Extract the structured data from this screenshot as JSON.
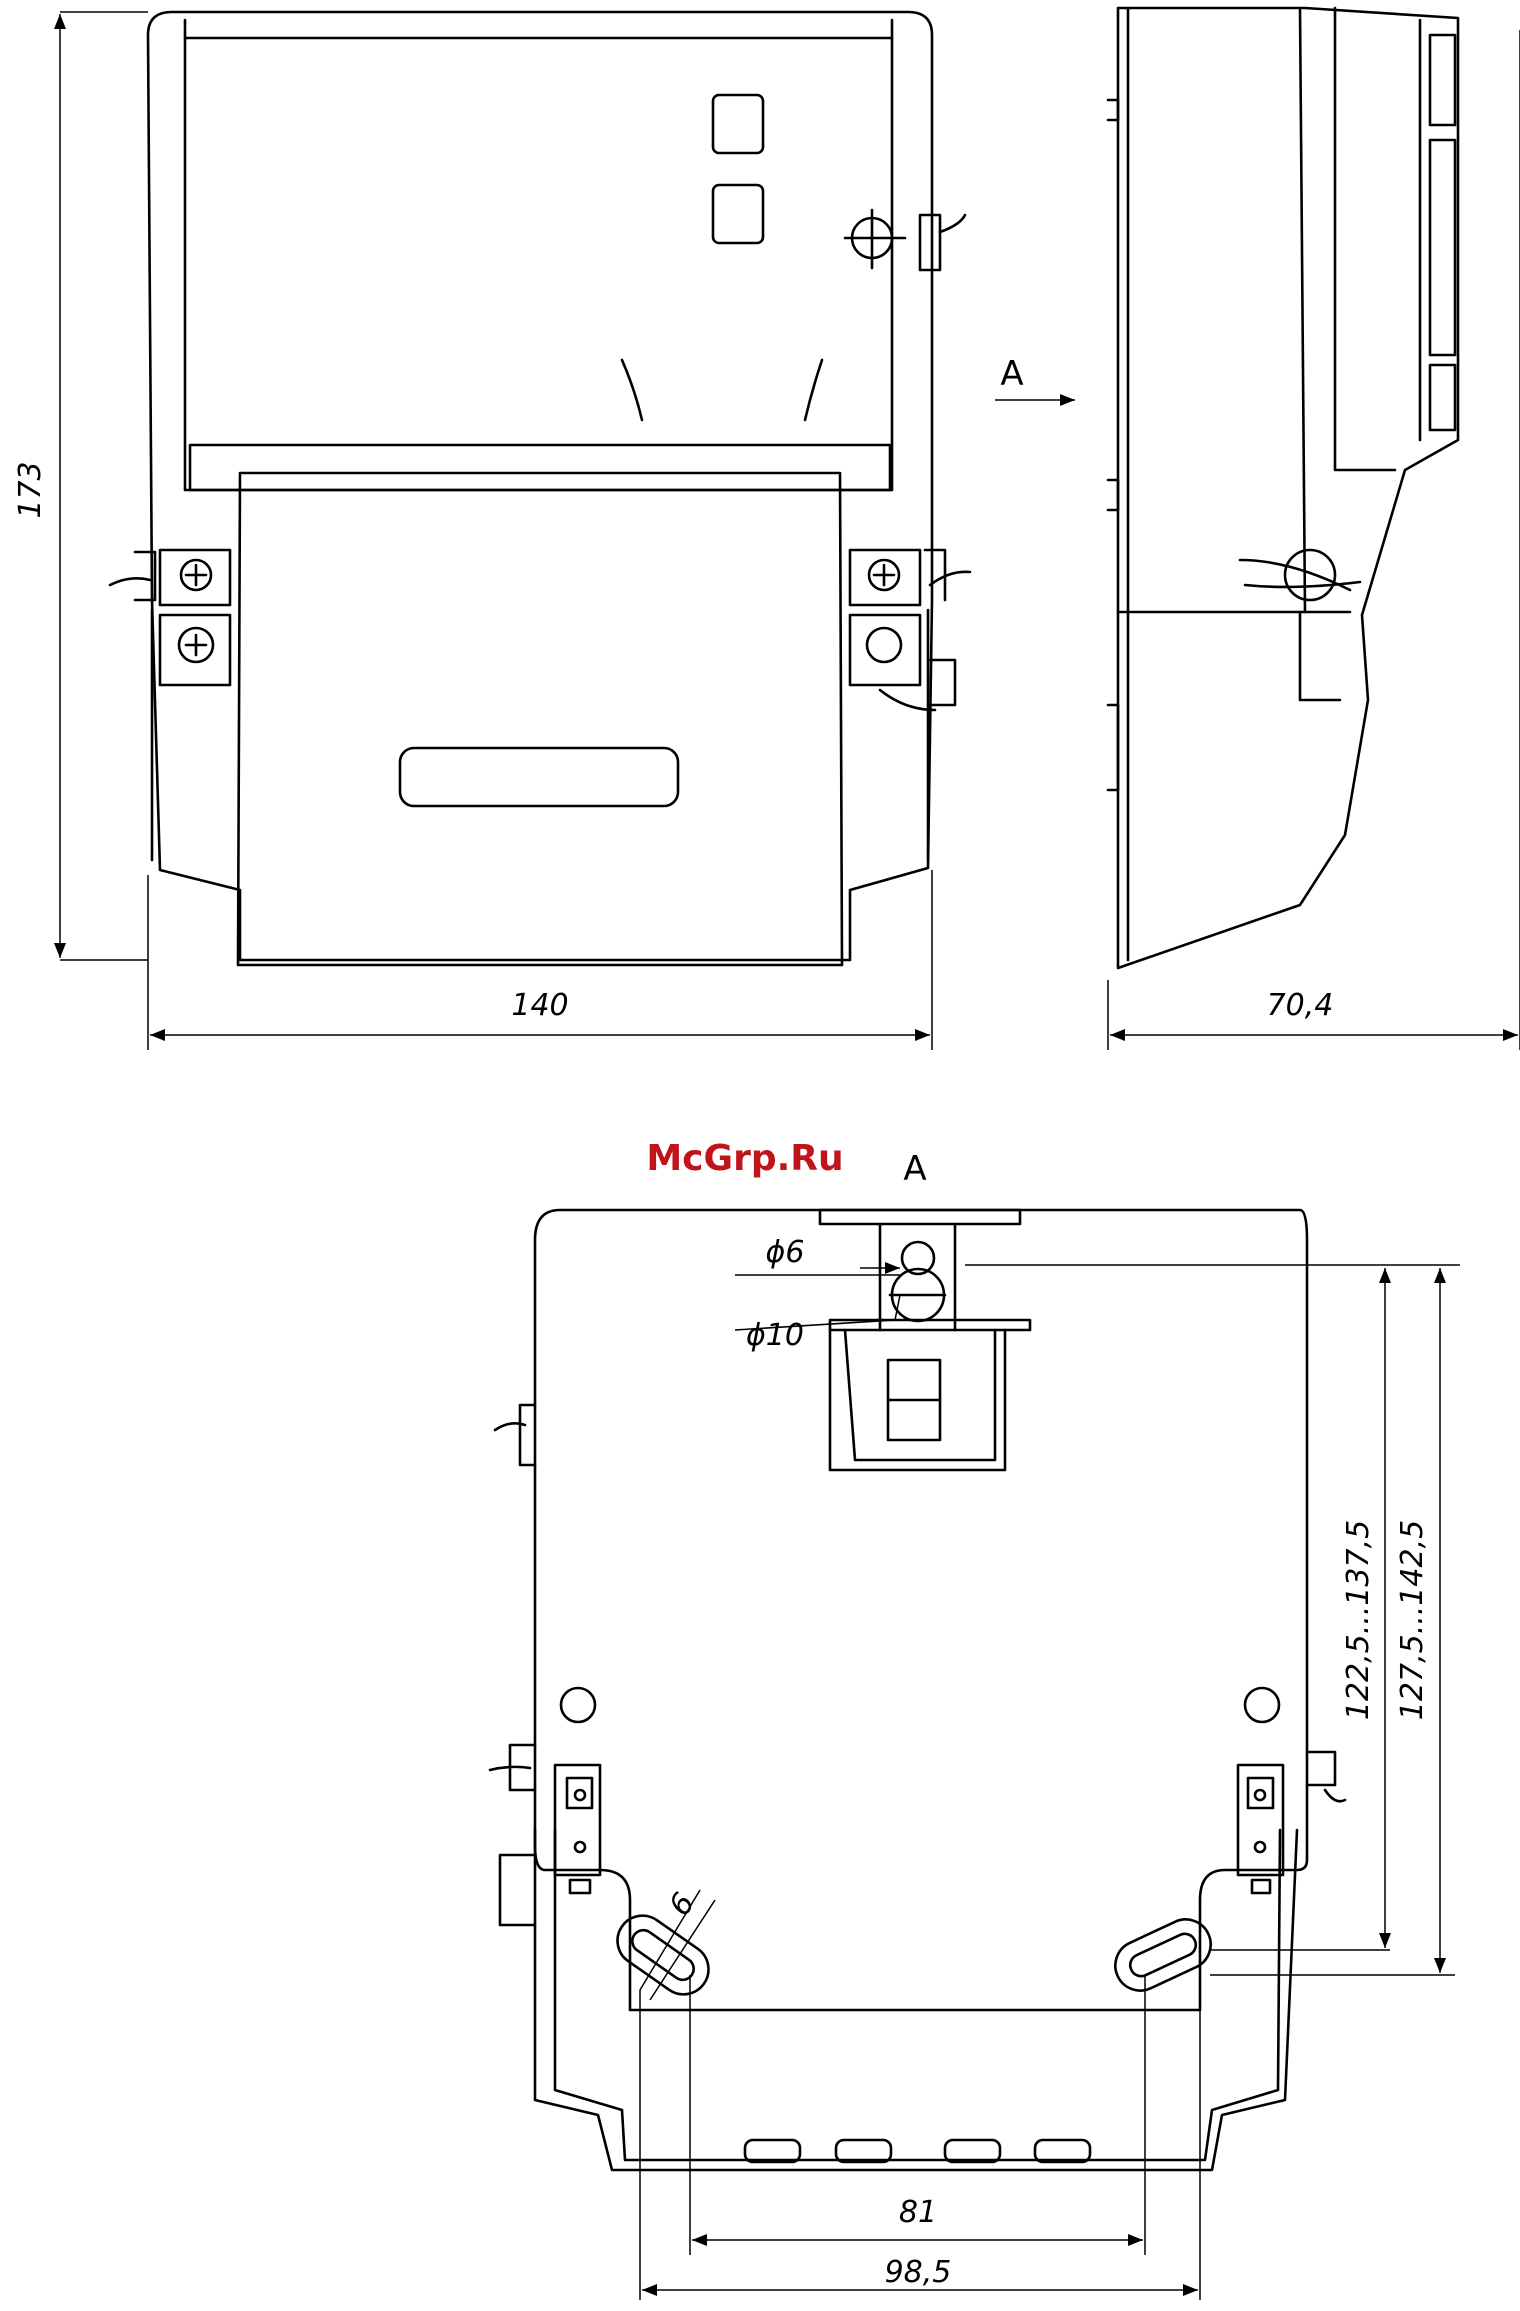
{
  "watermark": "McGrp.Ru",
  "view_labels": {
    "arrow_front": "A",
    "bottom_view": "A"
  },
  "dimensions": {
    "height": "173",
    "width": "140",
    "depth": "70,4",
    "hole_small": "ϕ6",
    "hole_large": "ϕ10",
    "slot_width": "6",
    "range_inner": "122,5...137,5",
    "range_outer": "127,5...142,5",
    "slot_spacing": "81",
    "total_spacing": "98,5"
  },
  "colors": {
    "line": "#000000",
    "watermark": "#c0141b"
  }
}
